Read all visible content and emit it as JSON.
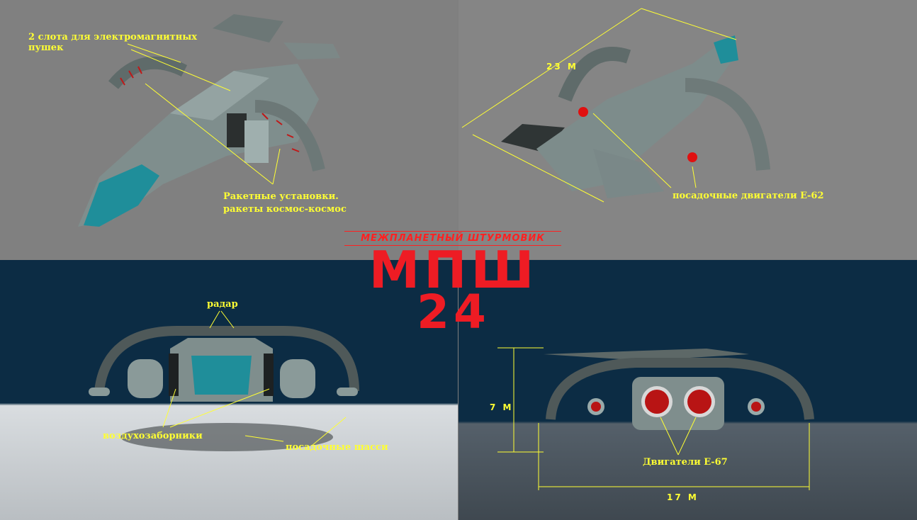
{
  "labels": {
    "guns": "2 слота для электромагнитных\nпушек",
    "rockets_1": "Ракетные установки.",
    "rockets_2": "ракеты космос-космос",
    "landing_engines": "посадочные двигатели Е-62",
    "radar": "радар",
    "intakes": "воздухозаборники",
    "gear": "посадочные шасси",
    "engines": "Двигатели Е-67"
  },
  "dimensions": {
    "length": "23 М",
    "height": "7 М",
    "width": "17 М"
  },
  "title": {
    "subtitle": "МЕЖПЛАНЕТНЫЙ ШТУРМОВИК",
    "line1": "МПШ",
    "line2": "24"
  },
  "colors": {
    "annotation": "#ffff33",
    "title": "#ee1c24",
    "cockpit": "#1f8e9a",
    "hull": "#8a9a99"
  }
}
